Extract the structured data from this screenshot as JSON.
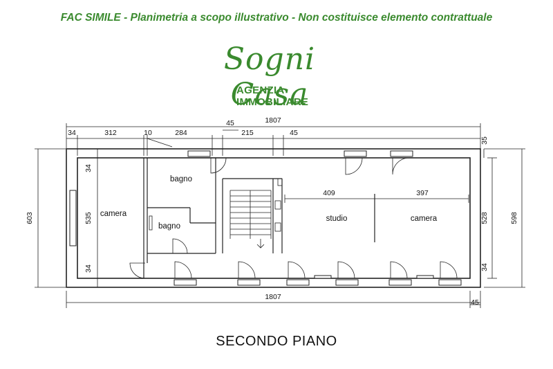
{
  "header": {
    "disclaimer": "FAC SIMILE - Planimetria a scopo illustrativo - Non costituisce elemento contrattuale"
  },
  "brand": {
    "name": "Sogni Casa",
    "subtitle": "AGENZIA IMMOBILIARE",
    "color": "#3a8a2e"
  },
  "plan": {
    "top_dimensions": [
      "1807",
      "34",
      "312",
      "10",
      "284",
      "45",
      "215",
      "45",
      "35"
    ],
    "bottom_dimensions": [
      "1807",
      "45"
    ],
    "left_dimensions": [
      "603",
      "34",
      "535",
      "34"
    ],
    "right_dimensions": [
      "528",
      "598",
      "34"
    ],
    "inner_dimensions": [
      "409",
      "397"
    ],
    "rooms": [
      "camera",
      "bagno",
      "bagno",
      "studio",
      "camera"
    ]
  },
  "footer": {
    "floor_label": "SECONDO PIANO"
  }
}
